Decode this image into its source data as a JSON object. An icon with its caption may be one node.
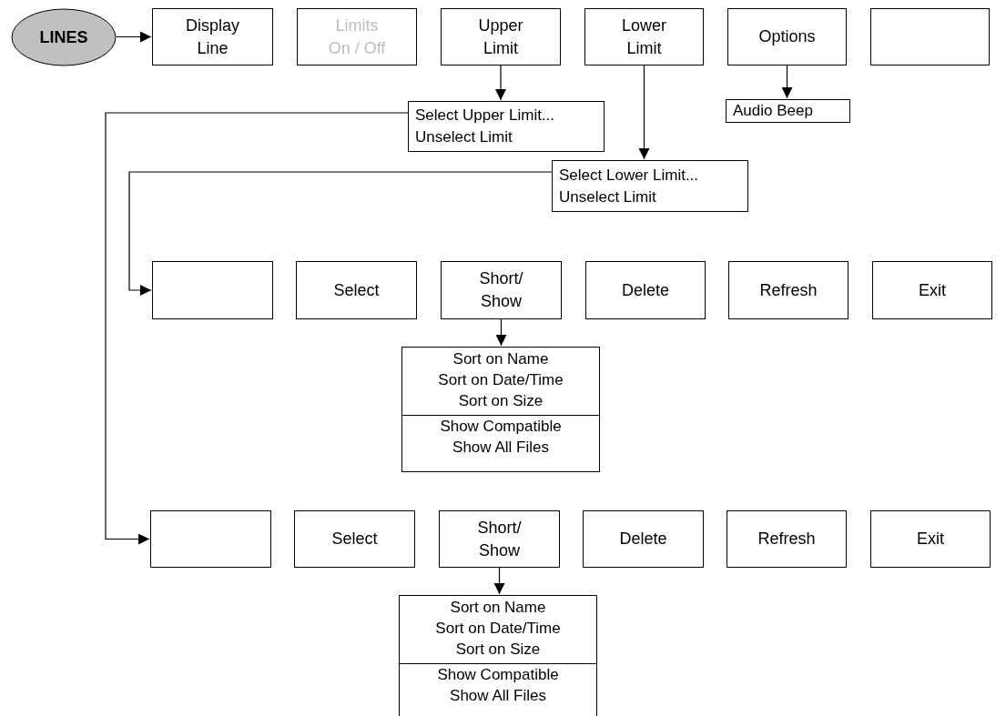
{
  "diagram": {
    "nodes": [
      {
        "text": [
          "LINES"
        ]
      },
      {
        "text": [
          "Display Line"
        ]
      },
      {
        "text": [
          "Limits On / Off"
        ]
      },
      {
        "text": [
          "Upper Limit"
        ]
      },
      {
        "text": [
          "Lower Limit"
        ]
      },
      {
        "text": [
          "Options"
        ]
      },
      {
        "text": [],
        "shape": "box"
      },
      {
        "text": [
          "Select Upper Limit...",
          "Unselect Limit"
        ]
      },
      {
        "text": [
          "Audio Beep"
        ]
      },
      {
        "text": [
          "Select Lower Limit...",
          "Unselect Limit"
        ]
      },
      {
        "text": [],
        "shape": "box"
      },
      {
        "text": [
          "Select"
        ]
      },
      {
        "text": [
          "Short/ Show"
        ]
      },
      {
        "text": [
          "Delete"
        ]
      },
      {
        "text": [
          "Refresh"
        ]
      },
      {
        "text": [
          "Exit"
        ]
      },
      {
        "text": [
          "Sort on Name",
          "Sort on Date/Time",
          "Sort on Size",
          "Show Compatible",
          "Show All Files"
        ]
      },
      {
        "text": [],
        "shape": "box"
      },
      {
        "text": [
          "Select"
        ]
      },
      {
        "text": [
          "Short/ Show"
        ]
      },
      {
        "text": [
          "Delete"
        ]
      },
      {
        "text": [
          "Refresh"
        ]
      },
      {
        "text": [
          "Exit"
        ]
      },
      {
        "text": [
          "Sort on Name",
          "Sort on Date/Time",
          "Sort on Size",
          "Show Compatible",
          "Show All Files"
        ]
      }
    ],
    "edges": [
      {
        "from": 0,
        "to": 1,
        "arrow": "to"
      },
      {
        "from": 3,
        "to": 7,
        "arrow": "to"
      },
      {
        "from": 4,
        "to": 9,
        "arrow": "to"
      },
      {
        "from": 5,
        "to": 8,
        "arrow": "to"
      },
      {
        "from": 7,
        "to": 17,
        "arrow": "to"
      },
      {
        "from": 9,
        "to": 10,
        "arrow": "to"
      },
      {
        "from": 12,
        "to": 16,
        "arrow": "to"
      },
      {
        "from": 19,
        "to": 23,
        "arrow": "to"
      }
    ]
  }
}
